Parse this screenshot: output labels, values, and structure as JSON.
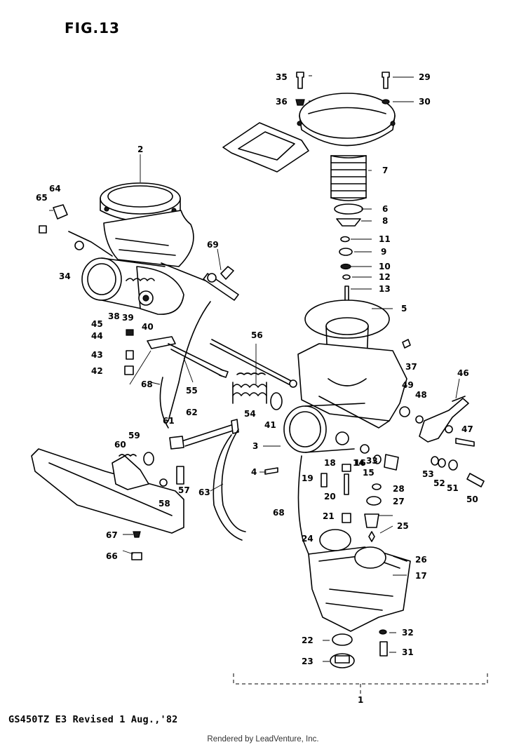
{
  "figure": {
    "title": "FIG.13",
    "model_revision": "GS450TZ E3 Revised 1 Aug.,'82",
    "credit": "Rendered by LeadVenture, Inc.",
    "assembly_label": "1"
  },
  "callouts": [
    "2",
    "3",
    "4",
    "5",
    "6",
    "7",
    "8",
    "9",
    "10",
    "11",
    "12",
    "13",
    "14",
    "15",
    "16",
    "17",
    "18",
    "19",
    "20",
    "21",
    "22",
    "23",
    "24",
    "25",
    "26",
    "27",
    "28",
    "29",
    "30",
    "31",
    "32",
    "33",
    "34",
    "35",
    "36",
    "37",
    "38",
    "39",
    "40",
    "41",
    "42",
    "43",
    "44",
    "45",
    "46",
    "47",
    "48",
    "49",
    "50",
    "51",
    "52",
    "53",
    "54",
    "55",
    "56",
    "57",
    "58",
    "59",
    "60",
    "61",
    "62",
    "63",
    "64",
    "65",
    "66",
    "67",
    "68",
    "69"
  ]
}
